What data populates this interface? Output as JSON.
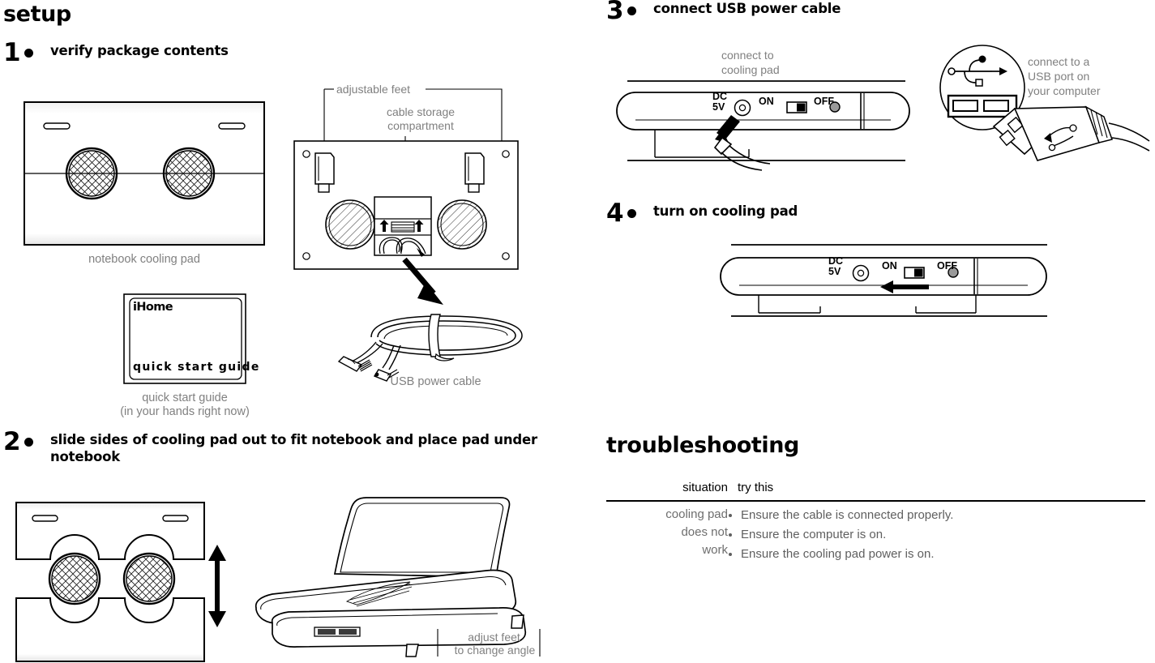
{
  "document": {
    "brand": "iHome",
    "setup_title": "setup",
    "troubleshooting_title": "troubleshooting"
  },
  "steps": [
    {
      "number": "1",
      "text": "verify package contents"
    },
    {
      "number": "2",
      "text": "slide sides of cooling pad out to fit notebook and place pad under notebook"
    },
    {
      "number": "3",
      "text": "connect USB power cable"
    },
    {
      "number": "4",
      "text": "turn on cooling pad"
    }
  ],
  "figures": {
    "cooling_pad_caption": "notebook cooling pad",
    "quick_start_caption_line1": "quick start guide",
    "quick_start_caption_line2": "(in your hands right now)",
    "booklet_brand": "iHome",
    "booklet_title": "quick start guide",
    "usb_cable_caption": "USB power cable",
    "callout_adjustable_feet": "adjustable feet",
    "callout_cable_storage_line1": "cable storage",
    "callout_cable_storage_line2": "compartment",
    "callout_adjust_feet_line1": "adjust feet",
    "callout_adjust_feet_line2": "to change angle",
    "callout_connect_pad_line1": "connect to",
    "callout_connect_pad_line2": "cooling pad",
    "callout_connect_usb_line1": "connect to a",
    "callout_connect_usb_line2": "USB port on",
    "callout_connect_usb_line3": "your computer"
  },
  "panel_labels": {
    "dc_line1": "DC",
    "dc_line2": "5V",
    "switch_on": "ON",
    "switch_off": "OFF"
  },
  "troubleshooting": {
    "headers": {
      "situation": "situation",
      "try_this": "try this"
    },
    "rows": [
      {
        "situation_lines": [
          "cooling pad",
          "does not",
          "work"
        ],
        "tips": [
          "Ensure the cable is connected properly.",
          "Ensure the computer is on.",
          "Ensure the cooling pad power is on."
        ]
      }
    ]
  },
  "colors": {
    "ink": "#000000",
    "caption_gray": "#808080",
    "panel_fill": "#ffffff"
  }
}
